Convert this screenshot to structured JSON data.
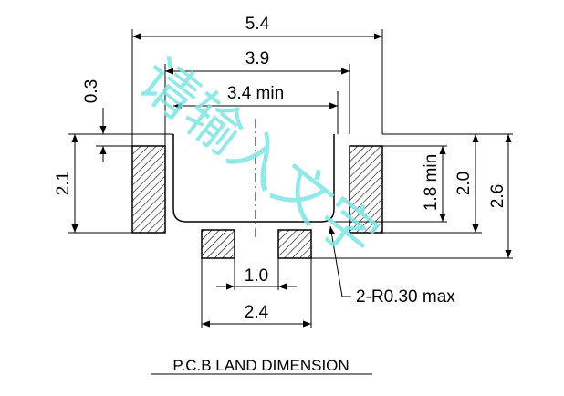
{
  "title": "P.C.B LAND DIMENSION",
  "dimensions": {
    "overall_width": "5.4",
    "outer_pad_span": "3.9",
    "inner_gap_min": "3.4 min",
    "pad_offset": "0.3",
    "pad_length": "2.1",
    "pad_width_min": "1.8 min",
    "inner_height": "2.0",
    "overall_height": "2.6",
    "small_pad_gap": "1.0",
    "small_pad_span": "2.4",
    "corner_radius": "2-R0.30 max"
  },
  "watermark": "请输入文字",
  "colors": {
    "line": "#000000",
    "watermark": "#7fe3e3",
    "background": "#ffffff"
  }
}
